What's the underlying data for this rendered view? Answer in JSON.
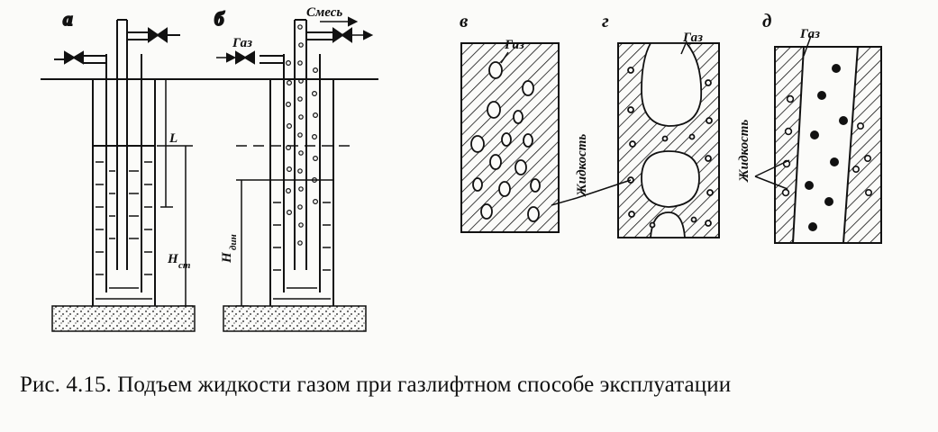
{
  "letters": {
    "a": "а",
    "b": "б",
    "v": "в",
    "g": "г",
    "d": "д"
  },
  "labels": {
    "gas": "Газ",
    "mixture": "Смесь",
    "liquid": "Жидкость",
    "L": "L",
    "H_st_main": "H",
    "H_st_sub": "ст",
    "H_dyn_main": "H",
    "H_dyn_sub": "дин"
  },
  "caption": "Рис. 4.15. Подъем жидкости газом при газлифтном способе эксплуатации",
  "colors": {
    "ink": "#111111",
    "paper": "#fbfbf9",
    "ghost": "#bdbdbd"
  }
}
